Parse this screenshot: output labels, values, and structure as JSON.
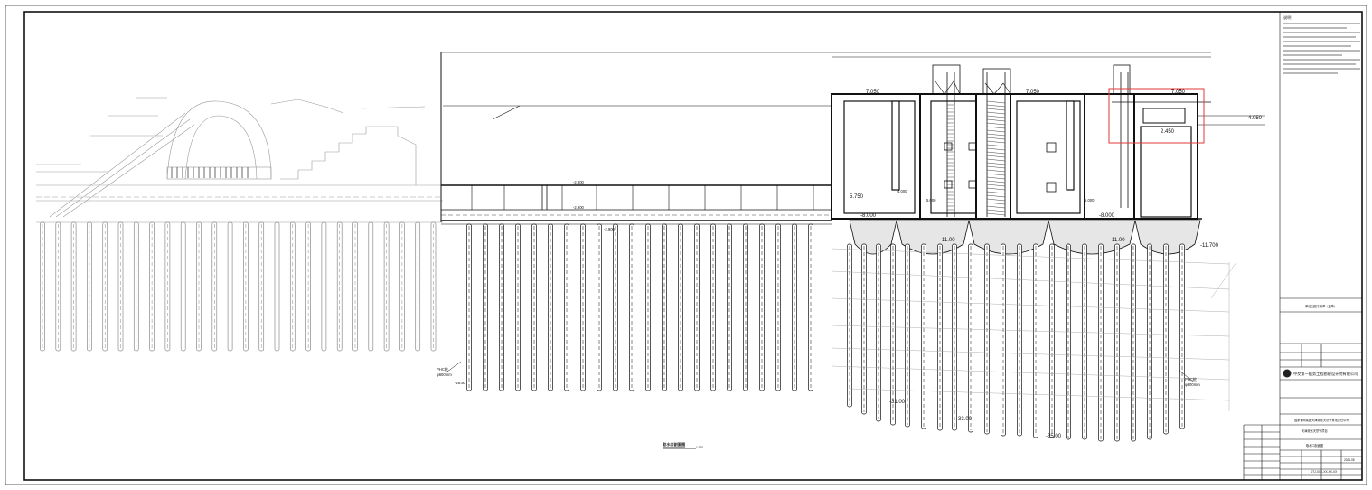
{
  "elevations": {
    "top_left": "7.050",
    "top_mid": "7.050",
    "top_right": "7.050",
    "right_side": "4.050",
    "inner_level": "2.450",
    "level_a": "5.750",
    "level_b": "4.000",
    "level_c": "5.000",
    "level_d": "5.000",
    "bottom_1": "-8.000",
    "bottom_2": "-8.000",
    "base_1": "-11.00",
    "base_2": "-11.00",
    "base_right": "-11.700",
    "pile_tip_1": "-31.00",
    "pile_tip_2": "-33.00",
    "pile_tip_3": "-35.00",
    "pile_tip_left": "-28.50",
    "slab_1": "-2.900",
    "slab_2": "-2.900",
    "slab_3": "-2.900"
  },
  "pile_notes": {
    "left_type": "PHC桩",
    "left_dia": "φ600mm",
    "right_type": "PHC桩",
    "right_dia": "φ600mm"
  },
  "section_title": "取水口剖面图",
  "section_scale": "1:100",
  "title_block": {
    "stamp_label": "单位出图专用章（盖章）",
    "company": "中交第一航务工程勘察设计院有限公司",
    "client": "国家管网集团天津液化天然气有限责任公司",
    "project": "天津液化天然气项目",
    "drawing_name": "取水口剖面图",
    "date": "2021.08",
    "drawing_no": "DTJ-XXX-XX-XX-XX"
  },
  "notes_header": "说明："
}
